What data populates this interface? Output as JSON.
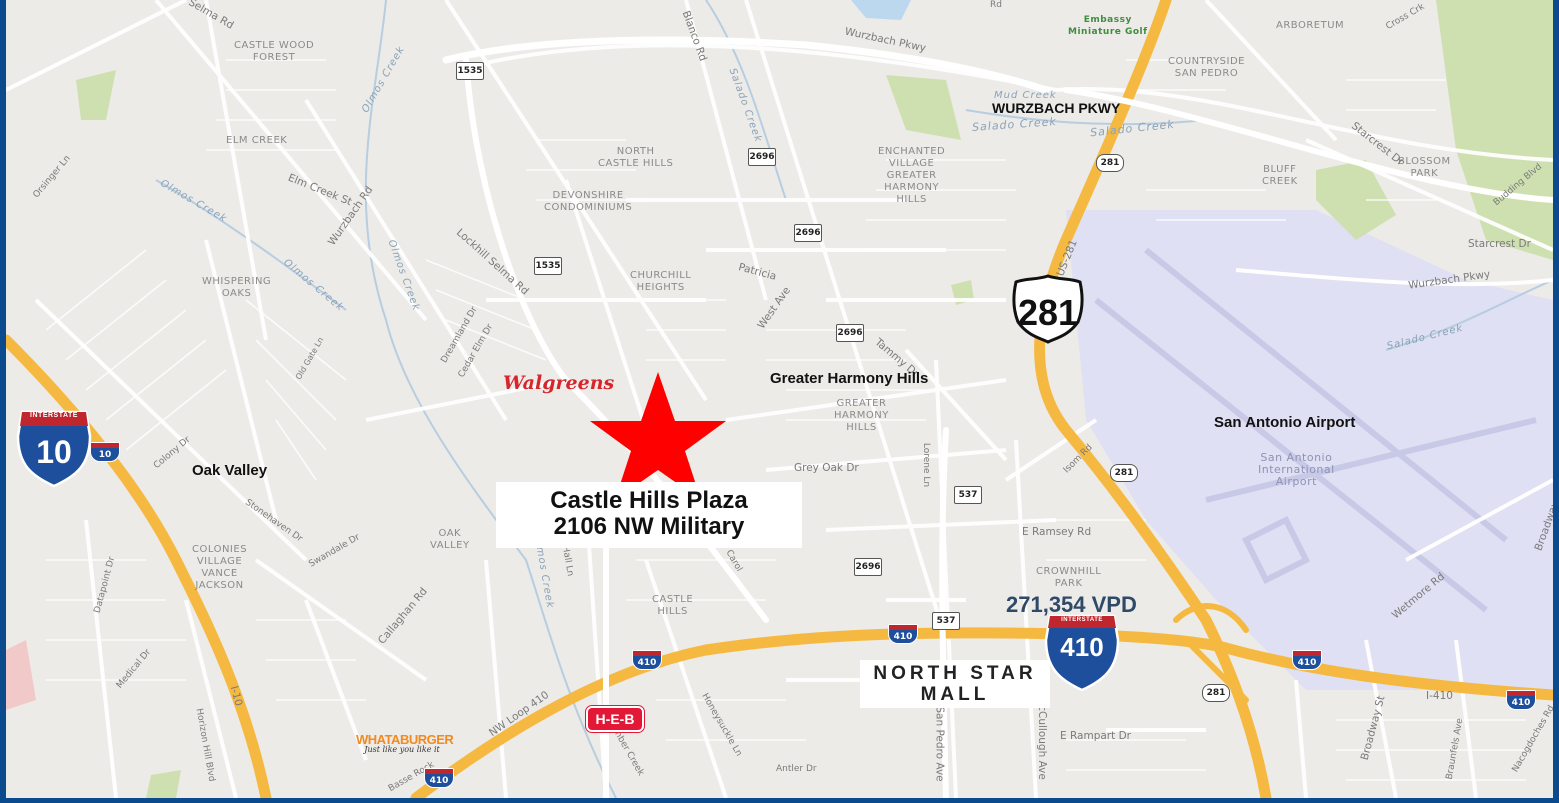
{
  "map": {
    "subject": {
      "name": "Castle Hills Plaza",
      "address": "2106 NW Military"
    },
    "traffic_count": "271,354 VPD",
    "landmarks": {
      "walgreens": "Walgreens",
      "heb": "H-E-B",
      "whataburger": "WHATABURGER",
      "whataburger_tagline": "Just like you like it",
      "north_star_mall_line1": "NORTH STAR",
      "north_star_mall_line2": "MALL",
      "embassy": "Embassy\nMiniature Golf"
    },
    "bold_labels": {
      "oak_valley": "Oak Valley",
      "greater_harmony": "Greater Harmony Hills",
      "airport": "San Antonio Airport",
      "wurzbach": "WURZBACH PKWY"
    },
    "neighborhoods": [
      "CASTLE WOOD\nFOREST",
      "ELM CREEK",
      "WHISPERING\nOAKS",
      "NORTH\nCASTLE HILLS",
      "DEVONSHIRE\nCONDOMINIUMS",
      "CHURCHILL\nHEIGHTS",
      "ENCHANTED\nVILLAGE\nGREATER\nHARMONY\nHILLS",
      "GREATER\nHARMONY\nHILLS",
      "COUNTRYSIDE\nSAN PEDRO",
      "ARBORETUM",
      "BLUFF\nCREEK",
      "BLOSSOM\nPARK",
      "OAK\nVALLEY",
      "COLONIES\nVILLAGE\nVANCE\nJACKSON",
      "CASTLE\nHILLS",
      "CROWNHILL\nPARK",
      "San Antonio\nInternational\nAirport"
    ],
    "streets": [
      "Selma Rd",
      "Blanco Rd",
      "Wurzbach Pkwy",
      "Wurzbach Rd",
      "Elm Creek St",
      "Orsinger Ln",
      "Lockhill Selma Rd",
      "West Ave",
      "Patricia",
      "Tammy Dr",
      "Starcrest Dr",
      "Budding Blvd",
      "Dreamland Dr",
      "Cedar Elm Dr",
      "Old Gate Ln",
      "Colony Dr",
      "Stonehaven Dr",
      "Swandale Dr",
      "Callaghan Rd",
      "Grey Oak Dr",
      "Lorene Ln",
      "Isom Rd",
      "E Ramsey Rd",
      "Datapoint Dr",
      "Medical Dr",
      "Horizon Hill Blvd",
      "I-10",
      "NW Loop 410",
      "Honeysuckle Ln",
      "Antler Dr",
      "San Pedro Ave",
      "McCullough Ave",
      "E Rampart Dr",
      "Broadway St",
      "Wetmore Rd",
      "Braunfels Ave",
      "Nacogdoches Rd",
      "I-410",
      "US-281",
      "Carol",
      "Cross Crk",
      "Rd",
      "Hall Ln",
      "Timber Creek",
      "Basse Rock",
      "Broadway"
    ],
    "creeks": [
      "Olmos Creek",
      "Olmos Creek",
      "Olmos Creek",
      "Olmos Creek",
      "Salado Creek",
      "Mud Creek",
      "Salado Creek",
      "Salado Creek",
      "Salado Creek",
      "Olmos Creek"
    ],
    "shields": [
      "1535",
      "1535",
      "2696",
      "2696",
      "2696",
      "2696",
      "537",
      "537",
      "281",
      "281",
      "281",
      "410",
      "410",
      "410",
      "410",
      "410",
      "10",
      "281",
      "10",
      "410"
    ],
    "colors": {
      "frame": "#0b4a8c",
      "highway": "#f5b942",
      "star": "#ff0000",
      "park": "#cfe0b0",
      "airport": "#dfe0f3"
    }
  }
}
